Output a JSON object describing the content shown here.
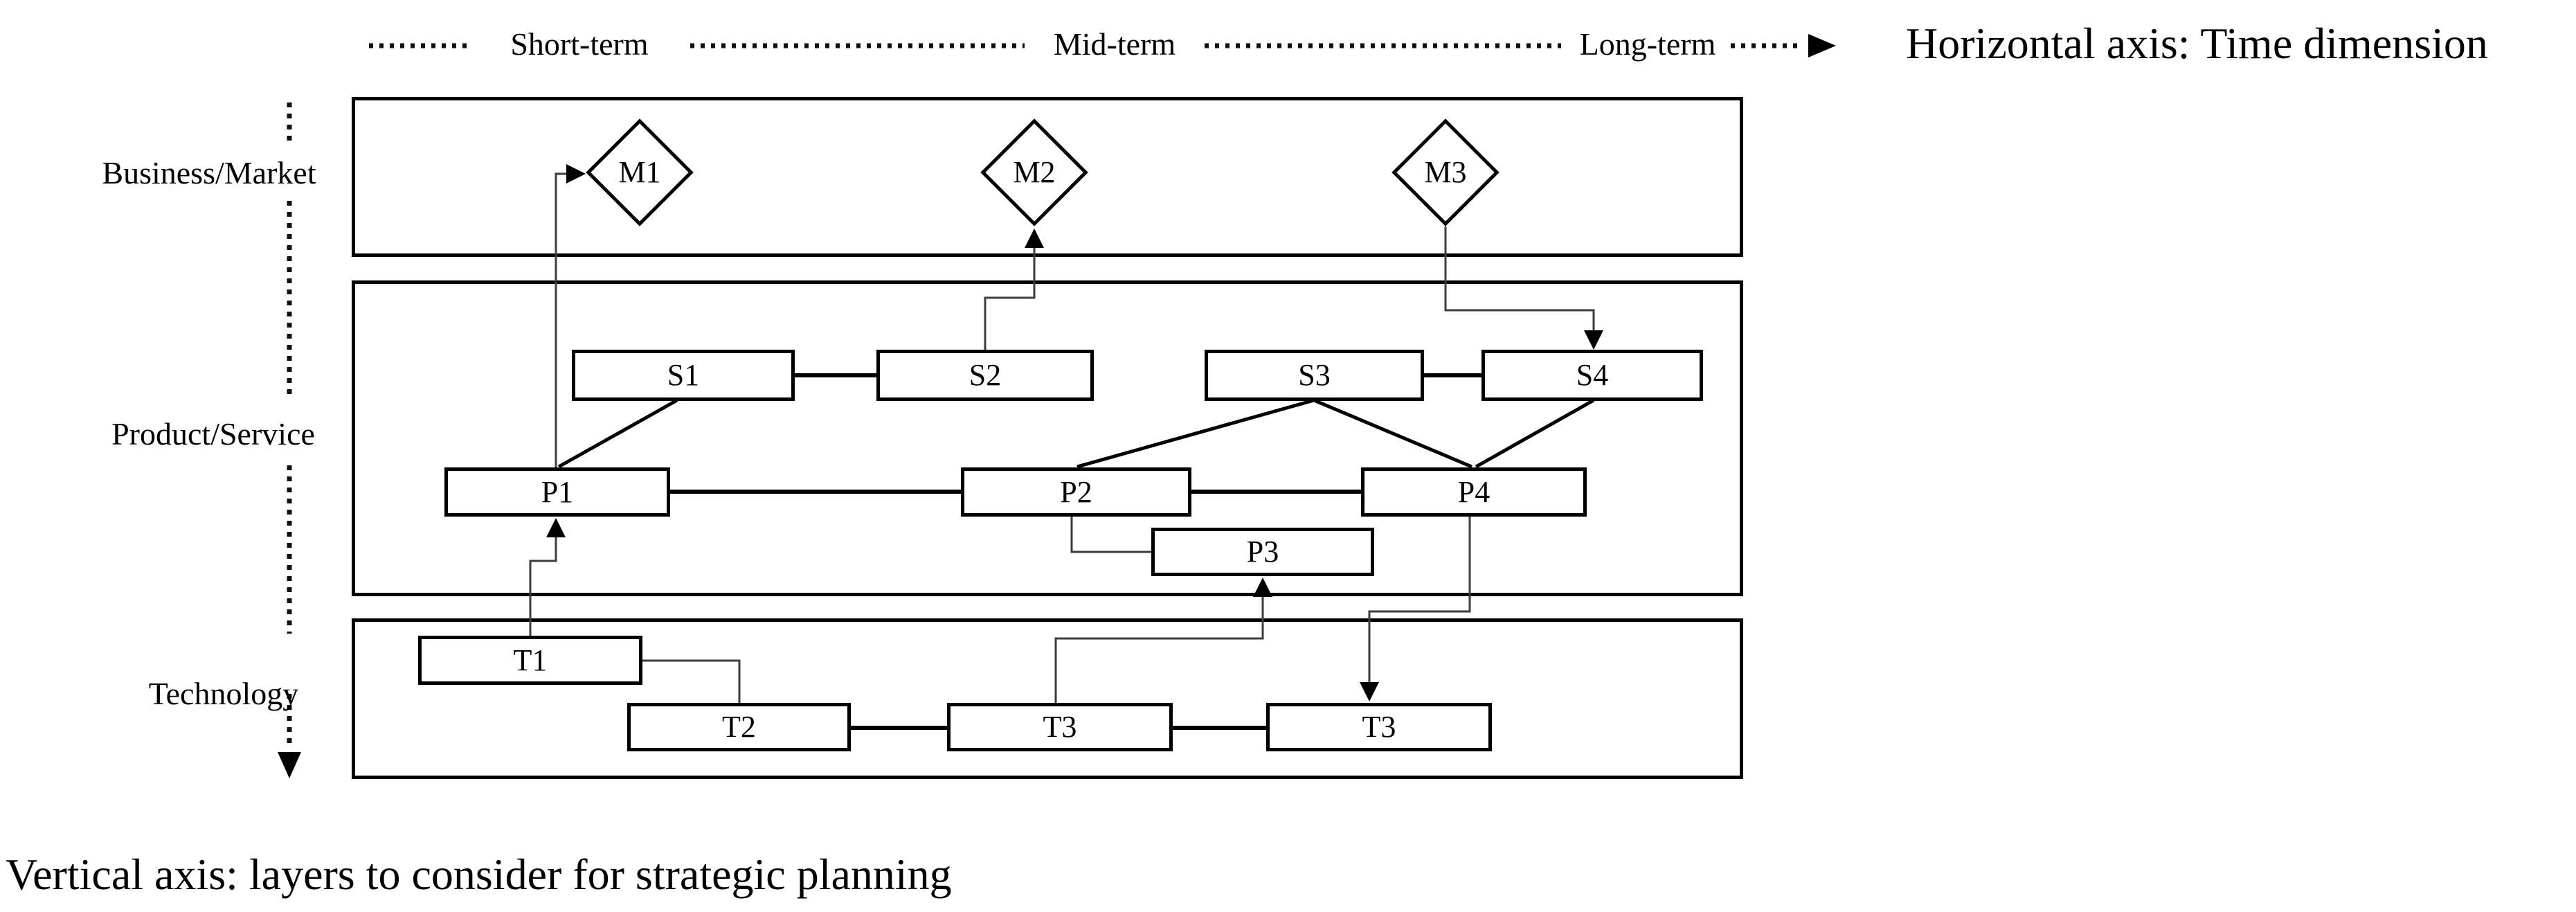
{
  "axes": {
    "horizontal": {
      "labels": {
        "short": "Short-term",
        "mid": "Mid-term",
        "long": "Long-term"
      },
      "title": "Horizontal axis: Time dimension"
    },
    "vertical": {
      "title": "Vertical axis: layers to consider for strategic planning",
      "layers": {
        "business": "Business/Market",
        "product": "Product/Service",
        "technology": "Technology"
      }
    }
  },
  "nodes": {
    "m1": "M1",
    "m2": "M2",
    "m3": "M3",
    "s1": "S1",
    "s2": "S2",
    "s3": "S3",
    "s4": "S4",
    "p1": "P1",
    "p2": "P2",
    "p3": "P3",
    "p4": "P4",
    "t1": "T1",
    "t2": "T2",
    "t3a": "T3",
    "t3b": "T3"
  },
  "colors": {
    "ink": "#000000",
    "thin_line": "#3d3d3d",
    "background": "#ffffff"
  }
}
